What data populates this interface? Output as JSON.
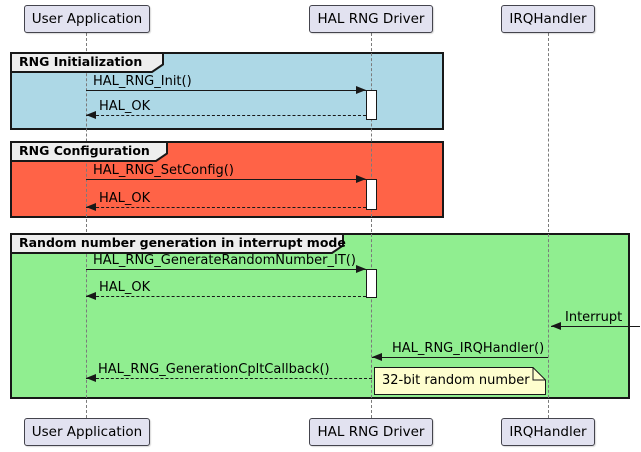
{
  "participants": [
    {
      "name": "User Application"
    },
    {
      "name": "HAL RNG Driver"
    },
    {
      "name": "IRQHandler"
    }
  ],
  "groups": [
    {
      "label": "RNG Initialization",
      "fill": "#ADD8E6"
    },
    {
      "label": "RNG Configuration",
      "fill": "#FF6347"
    },
    {
      "label": "Random number generation in interrupt mode",
      "fill": "#90EE90"
    }
  ],
  "messages": [
    {
      "text": "HAL_RNG_Init()",
      "from": "User Application",
      "to": "HAL RNG Driver",
      "style": "solid"
    },
    {
      "text": "HAL_OK",
      "from": "HAL RNG Driver",
      "to": "User Application",
      "style": "dashed"
    },
    {
      "text": "HAL_RNG_SetConfig()",
      "from": "User Application",
      "to": "HAL RNG Driver",
      "style": "solid"
    },
    {
      "text": "HAL_OK",
      "from": "HAL RNG Driver",
      "to": "User Application",
      "style": "dashed"
    },
    {
      "text": "HAL_RNG_GenerateRandomNumber_IT()",
      "from": "User Application",
      "to": "HAL RNG Driver",
      "style": "solid"
    },
    {
      "text": "HAL_OK",
      "from": "HAL RNG Driver",
      "to": "User Application",
      "style": "dashed"
    },
    {
      "text": "Interrupt",
      "from": "external",
      "to": "IRQHandler",
      "style": "solid"
    },
    {
      "text": "HAL_RNG_IRQHandler()",
      "from": "IRQHandler",
      "to": "HAL RNG Driver",
      "style": "solid"
    },
    {
      "text": "HAL_RNG_GenerationCpltCallback()",
      "from": "HAL RNG Driver",
      "to": "User Application",
      "style": "dashed"
    }
  ],
  "note": {
    "text": "32-bit random number",
    "fill": "#FEFECE"
  },
  "colors": {
    "participant_fill": "#E2E2F0",
    "group_border": "#181818",
    "header_fill": "#EEEEEE",
    "lifeline": "#7B7B7B",
    "arrow": "#181818"
  }
}
